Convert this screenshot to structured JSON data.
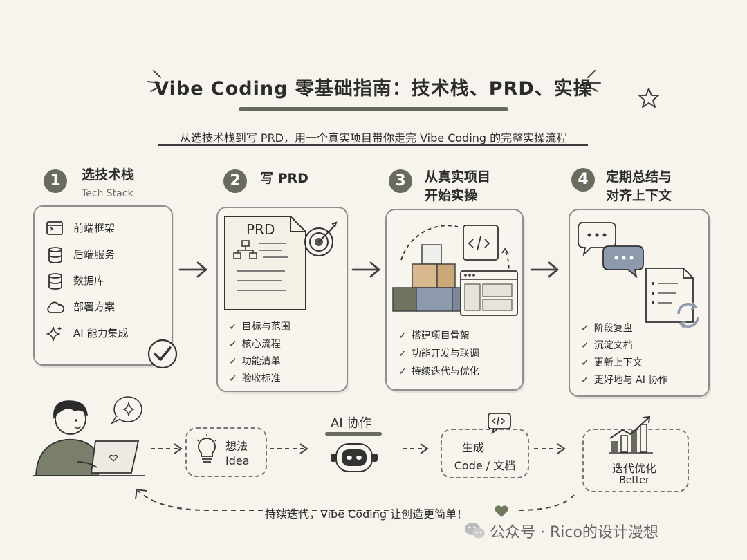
{
  "title": "Vibe Coding 零基础指南：技术栈、PRD、实操",
  "subtitle": "从选技术栈到写 PRD，用一个真实项目带你走完 Vibe Coding 的完整实操流程",
  "steps": [
    {
      "num": "1",
      "title": "选技术栈",
      "subtitle": "Tech Stack",
      "items": [
        "前端框架",
        "后端服务",
        "数据库",
        "部署方案",
        "AI 能力集成"
      ]
    },
    {
      "num": "2",
      "title": "写 PRD",
      "card_label": "PRD",
      "items": [
        "目标与范围",
        "核心流程",
        "功能清单",
        "验收标准"
      ]
    },
    {
      "num": "3",
      "title_line1": "从真实项目",
      "title_line2": "开始实操",
      "items": [
        "搭建项目骨架",
        "功能开发与联调",
        "持续迭代与优化"
      ]
    },
    {
      "num": "4",
      "title_line1": "定期总结与",
      "title_line2": "对齐上下文",
      "items": [
        "阶段复盘",
        "沉淀文档",
        "更新上下文",
        "更好地与 AI 协作"
      ]
    }
  ],
  "flow": {
    "idea_cn": "想法",
    "idea_en": "Idea",
    "ai_label": "AI 协作",
    "gen_cn": "生成",
    "gen_en": "Code / 文档",
    "iter_cn": "迭代优化",
    "iter_en": "Better"
  },
  "loop_text": "持续迭代，Vibe Coding 让创造更简单！",
  "watermark": "公众号 · Rico的设计漫想",
  "colors": {
    "accent": "#686b5d",
    "bg": "#f6f4ec",
    "cube_tan": "#d8b88c",
    "cube_blue": "#8d99ad",
    "cube_olive": "#6f7560",
    "heart": "#6f7a5d"
  }
}
